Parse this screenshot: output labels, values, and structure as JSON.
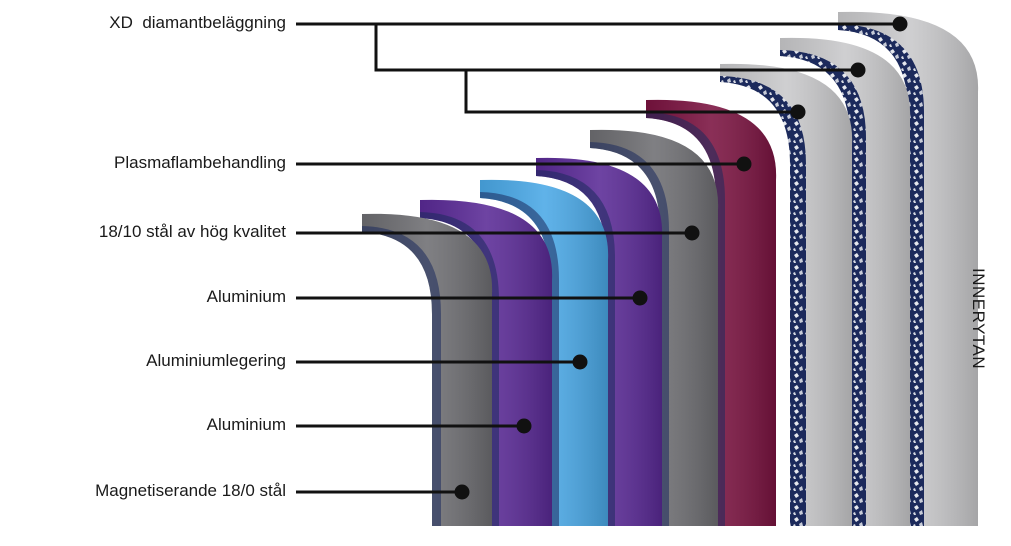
{
  "layers": [
    {
      "label": "XD  diamantbeläggning",
      "color": "#c9c9cb",
      "pattern": "diamond"
    },
    {
      "label": "",
      "color": "#c9c9cb",
      "pattern": "diamond"
    },
    {
      "label": "",
      "color": "#c9c9cb",
      "pattern": "diamond"
    },
    {
      "label": "Plasmaflambehandling",
      "color": "#7a1340"
    },
    {
      "label": "18/10 stål av hög kvalitet",
      "color": "#6e6e72"
    },
    {
      "label": "Aluminium",
      "color": "#5a2a96"
    },
    {
      "label": "Aluminiumlegering",
      "color": "#4aa8e6"
    },
    {
      "label": "Aluminium",
      "color": "#5a2a96"
    },
    {
      "label": "Magnetiserande 18/0 stål",
      "color": "#6e6e72"
    }
  ],
  "side_label": "INNERYTAN",
  "colors": {
    "edge_blue": "#1c2a5c",
    "leader": "#111111",
    "text": "#1a1a1a"
  }
}
